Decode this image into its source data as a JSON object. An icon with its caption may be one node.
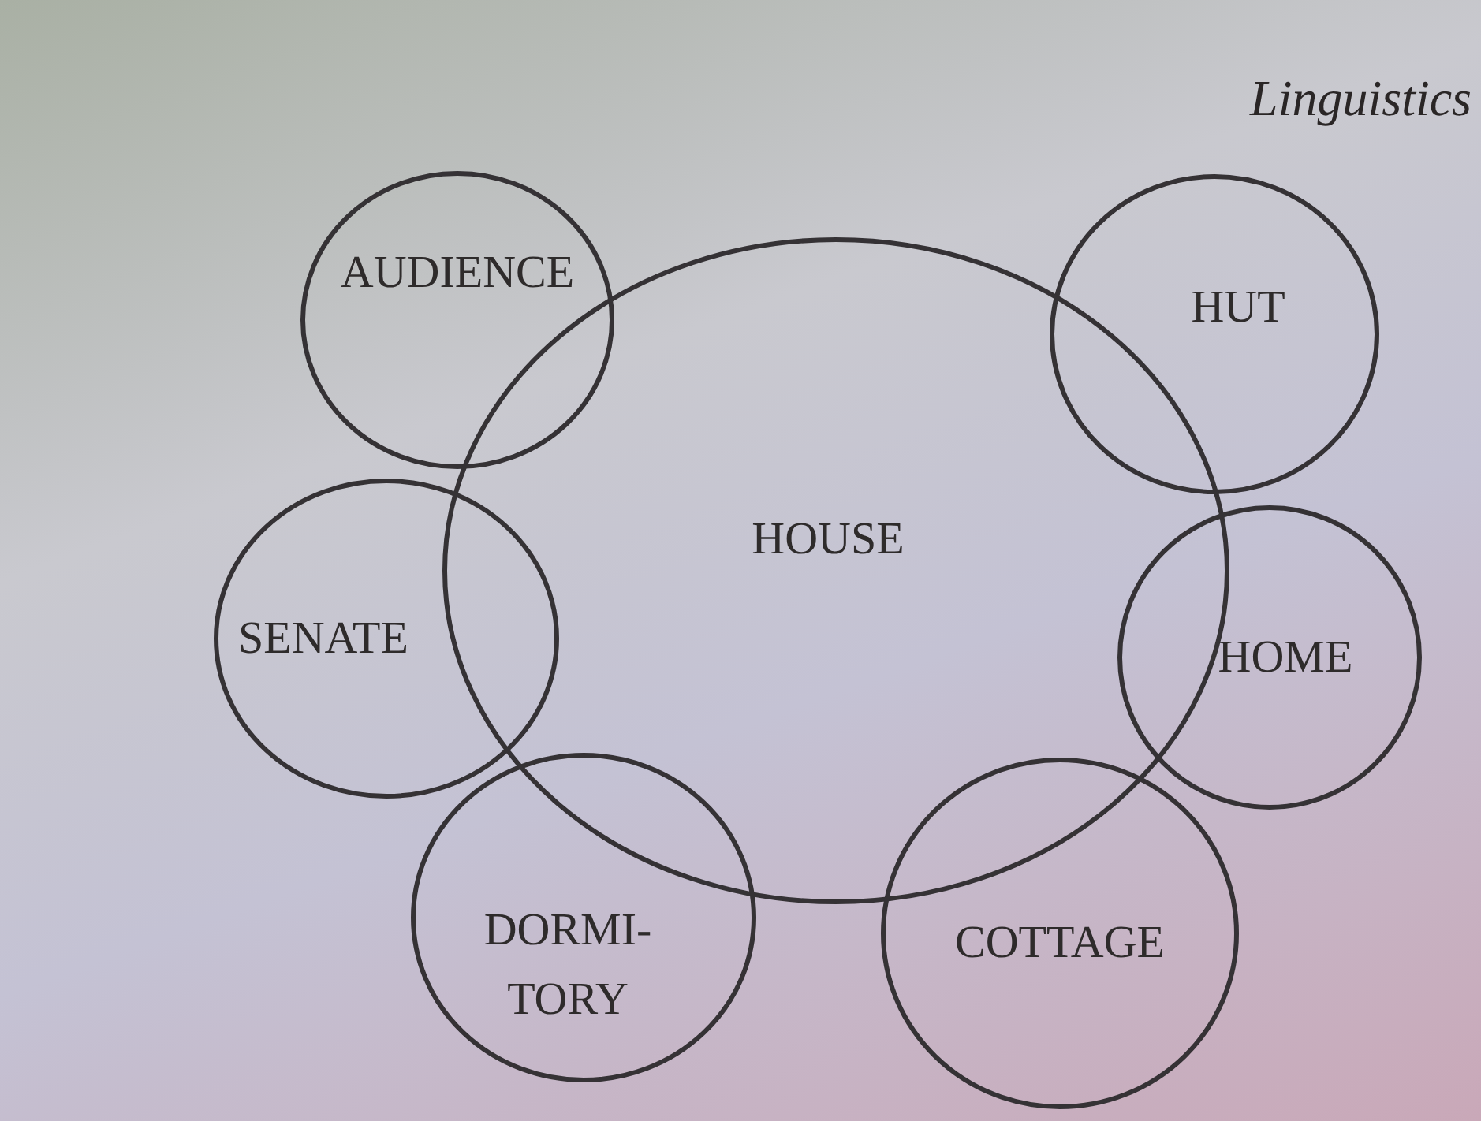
{
  "diagram": {
    "nodes": [
      {
        "text": [
          "AUDIENCE"
        ]
      },
      {
        "text": [
          "HUT"
        ]
      },
      {
        "text": [
          "HOUSE"
        ]
      },
      {
        "text": [
          "SENATE"
        ]
      },
      {
        "text": [
          "HOME"
        ]
      },
      {
        "text": [
          "DORMI- TORY"
        ]
      },
      {
        "text": [
          "COTTAGE"
        ]
      }
    ],
    "edges": [],
    "labels": [
      "Linguistics"
    ]
  }
}
